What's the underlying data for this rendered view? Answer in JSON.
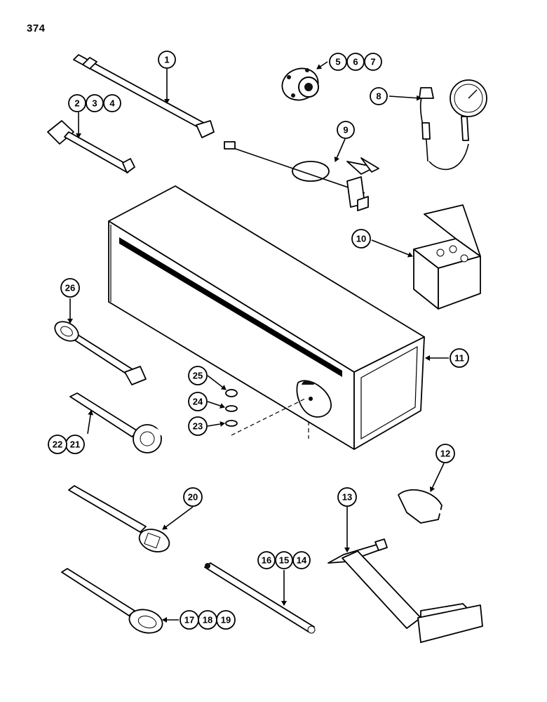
{
  "page_number": "374",
  "callouts": {
    "c1": "1",
    "c2": "2",
    "c3": "3",
    "c4": "4",
    "c5": "5",
    "c6": "6",
    "c7": "7",
    "c8": "8",
    "c9": "9",
    "c10": "10",
    "c11": "11",
    "c12": "12",
    "c13": "13",
    "c14": "14",
    "c15": "15",
    "c16": "16",
    "c17": "17",
    "c18": "18",
    "c19": "19",
    "c20": "20",
    "c21": "21",
    "c22": "22",
    "c23": "23",
    "c24": "24",
    "c25": "25",
    "c26": "26"
  }
}
